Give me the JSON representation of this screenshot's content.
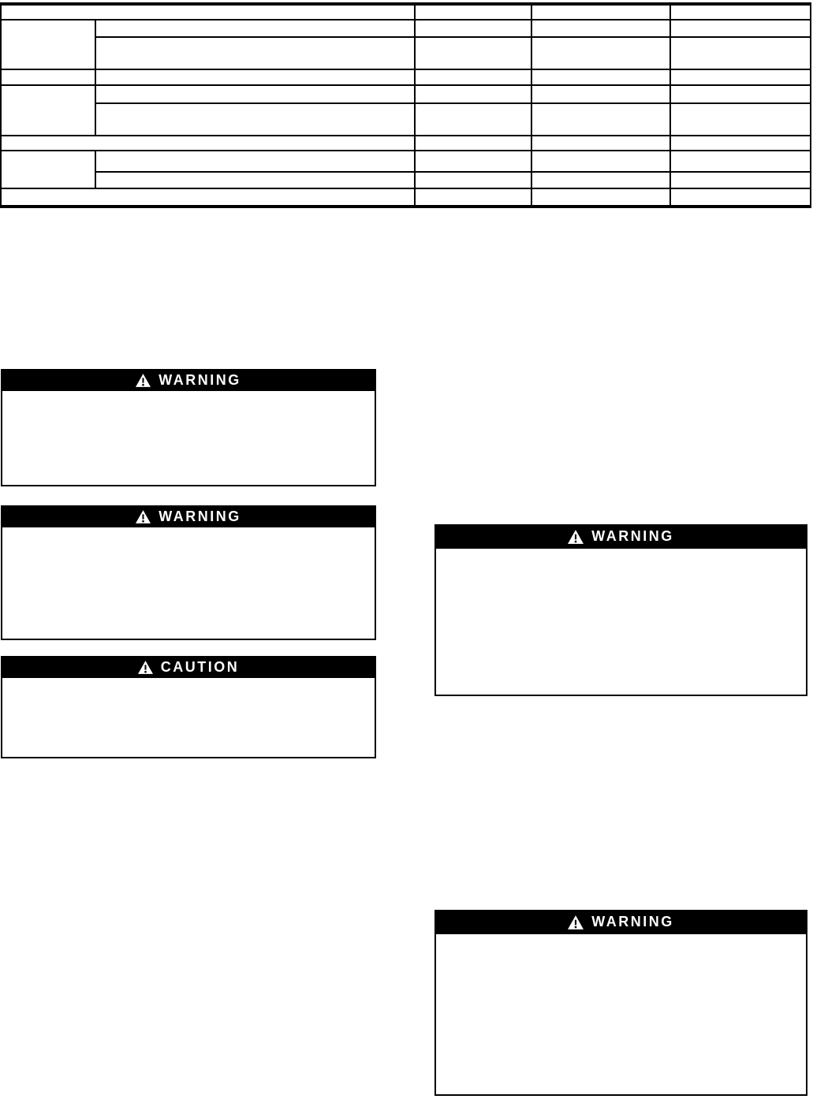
{
  "page": {
    "kind": "scanned-manual-page",
    "background": "#ffffff"
  },
  "colors": {
    "alert_bar_background": "#000000",
    "alert_bar_text": "#ffffff",
    "table_lines": "#000000"
  },
  "icons": {
    "warning_triangle": "triangle-with-exclamation"
  },
  "alert_boxes": [
    {
      "id": "left-warning-1",
      "label": "WARNING",
      "body_text": ""
    },
    {
      "id": "left-warning-2",
      "label": "WARNING",
      "body_text": ""
    },
    {
      "id": "left-caution-1",
      "label": "CAUTION",
      "body_text": ""
    },
    {
      "id": "right-warning-1",
      "label": "WARNING",
      "body_text": ""
    },
    {
      "id": "right-warning-2",
      "label": "WARNING",
      "body_text": ""
    }
  ],
  "table": {
    "columns": 5,
    "rows": [
      {
        "cells": [
          "",
          "",
          "",
          ""
        ]
      },
      {
        "cells": [
          "",
          "",
          "",
          "",
          ""
        ]
      },
      {
        "cells": [
          "",
          "",
          "",
          ""
        ]
      },
      {
        "cells": [
          "",
          "",
          "",
          "",
          ""
        ]
      },
      {
        "cells": [
          "",
          "",
          "",
          "",
          ""
        ]
      },
      {
        "cells": [
          "",
          "",
          "",
          ""
        ]
      },
      {
        "cells": [
          "",
          "",
          "",
          ""
        ]
      },
      {
        "cells": [
          "",
          "",
          "",
          "",
          ""
        ]
      },
      {
        "cells": [
          "",
          "",
          "",
          ""
        ]
      },
      {
        "cells": [
          "",
          "",
          "",
          ""
        ]
      }
    ]
  }
}
